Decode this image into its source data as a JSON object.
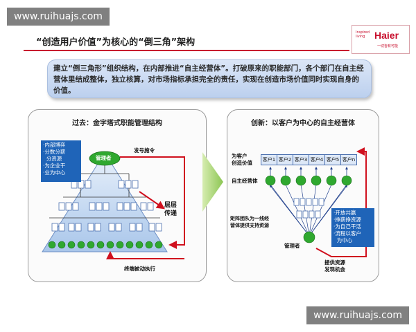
{
  "watermark": {
    "top": "www.ruihuajs.com",
    "bottom": "www.ruihuajs.com"
  },
  "slide": {
    "title": "“创造用户价值”为核心的“倒三角”架构",
    "logo": {
      "small": "Inspired\nliving",
      "brand": "Haier",
      "tagline": "一切皆有可能"
    },
    "banner": "建立“倒三角形”组织结构，在内部推进“自主经营体”。打破原来的职能部门，各个部门在自主经营体里结成整体，独立核算，对市场指标承担完全的责任，实现在创造市场价值同时实现自身的价值。",
    "left_panel": {
      "title": "过去：金字塔式职能管理结构",
      "info_box": [
        "·内部博弈",
        "·分数分薪",
        "  分资源",
        "·为企业干",
        "·业为中心"
      ],
      "manager": "管理者",
      "command": "发号施令",
      "layers": "层层\n传递",
      "passive": "终端被动执行",
      "colors": {
        "box": "#1f64b8",
        "arrow": "#d0101e",
        "node": "#2fa82f"
      }
    },
    "right_panel": {
      "title": "创新：以客户为中心的自主经营体",
      "customer_label": "为客户\n创造价值",
      "customers": [
        "客户1",
        "客户2",
        "客户3",
        "客户4",
        "客户5",
        "客户n"
      ],
      "self_unit": "自主经营体",
      "matrix_label": "矩阵团队为一线经\n营体提供支持资源",
      "info_box": [
        "·开放共赢",
        "·挣薪挣资源",
        "·为自己干活",
        "·流程以客户",
        "  为中心"
      ],
      "manager": "管理者",
      "resources": "提供资源\n发现机会"
    }
  }
}
